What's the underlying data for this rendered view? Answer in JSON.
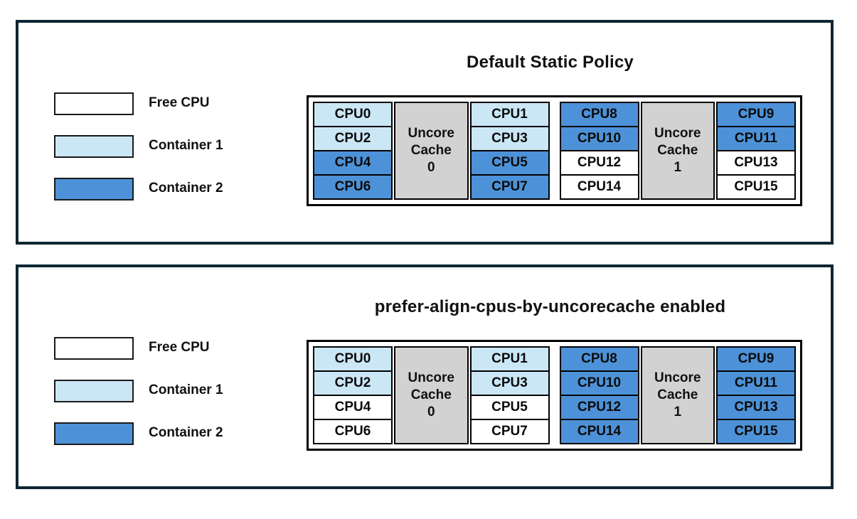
{
  "colors": {
    "free": "#ffffff",
    "container1": "#cbe7f6",
    "container2": "#4d92d8",
    "uncore_cache": "#d2d2d2",
    "panel_border": "#0e2633",
    "cell_border": "#000000"
  },
  "legend": {
    "items": [
      {
        "label": "Free CPU",
        "colorKey": "free"
      },
      {
        "label": "Container 1",
        "colorKey": "container1"
      },
      {
        "label": "Container 2",
        "colorKey": "container2"
      }
    ]
  },
  "panels": [
    {
      "title": "Default Static Policy",
      "groups": [
        {
          "cache_title": "Uncore Cache",
          "cache_id": "0",
          "left": [
            {
              "label": "CPU0",
              "state": "container1"
            },
            {
              "label": "CPU2",
              "state": "container1"
            },
            {
              "label": "CPU4",
              "state": "container2"
            },
            {
              "label": "CPU6",
              "state": "container2"
            }
          ],
          "right": [
            {
              "label": "CPU1",
              "state": "container1"
            },
            {
              "label": "CPU3",
              "state": "container1"
            },
            {
              "label": "CPU5",
              "state": "container2"
            },
            {
              "label": "CPU7",
              "state": "container2"
            }
          ]
        },
        {
          "cache_title": "Uncore Cache",
          "cache_id": "1",
          "left": [
            {
              "label": "CPU8",
              "state": "container2"
            },
            {
              "label": "CPU10",
              "state": "container2"
            },
            {
              "label": "CPU12",
              "state": "free"
            },
            {
              "label": "CPU14",
              "state": "free"
            }
          ],
          "right": [
            {
              "label": "CPU9",
              "state": "container2"
            },
            {
              "label": "CPU11",
              "state": "container2"
            },
            {
              "label": "CPU13",
              "state": "free"
            },
            {
              "label": "CPU15",
              "state": "free"
            }
          ]
        }
      ]
    },
    {
      "title": "prefer-align-cpus-by-uncorecache enabled",
      "groups": [
        {
          "cache_title": "Uncore Cache",
          "cache_id": "0",
          "left": [
            {
              "label": "CPU0",
              "state": "container1"
            },
            {
              "label": "CPU2",
              "state": "container1"
            },
            {
              "label": "CPU4",
              "state": "free"
            },
            {
              "label": "CPU6",
              "state": "free"
            }
          ],
          "right": [
            {
              "label": "CPU1",
              "state": "container1"
            },
            {
              "label": "CPU3",
              "state": "container1"
            },
            {
              "label": "CPU5",
              "state": "free"
            },
            {
              "label": "CPU7",
              "state": "free"
            }
          ]
        },
        {
          "cache_title": "Uncore Cache",
          "cache_id": "1",
          "left": [
            {
              "label": "CPU8",
              "state": "container2"
            },
            {
              "label": "CPU10",
              "state": "container2"
            },
            {
              "label": "CPU12",
              "state": "container2"
            },
            {
              "label": "CPU14",
              "state": "container2"
            }
          ],
          "right": [
            {
              "label": "CPU9",
              "state": "container2"
            },
            {
              "label": "CPU11",
              "state": "container2"
            },
            {
              "label": "CPU13",
              "state": "container2"
            },
            {
              "label": "CPU15",
              "state": "container2"
            }
          ]
        }
      ]
    }
  ]
}
